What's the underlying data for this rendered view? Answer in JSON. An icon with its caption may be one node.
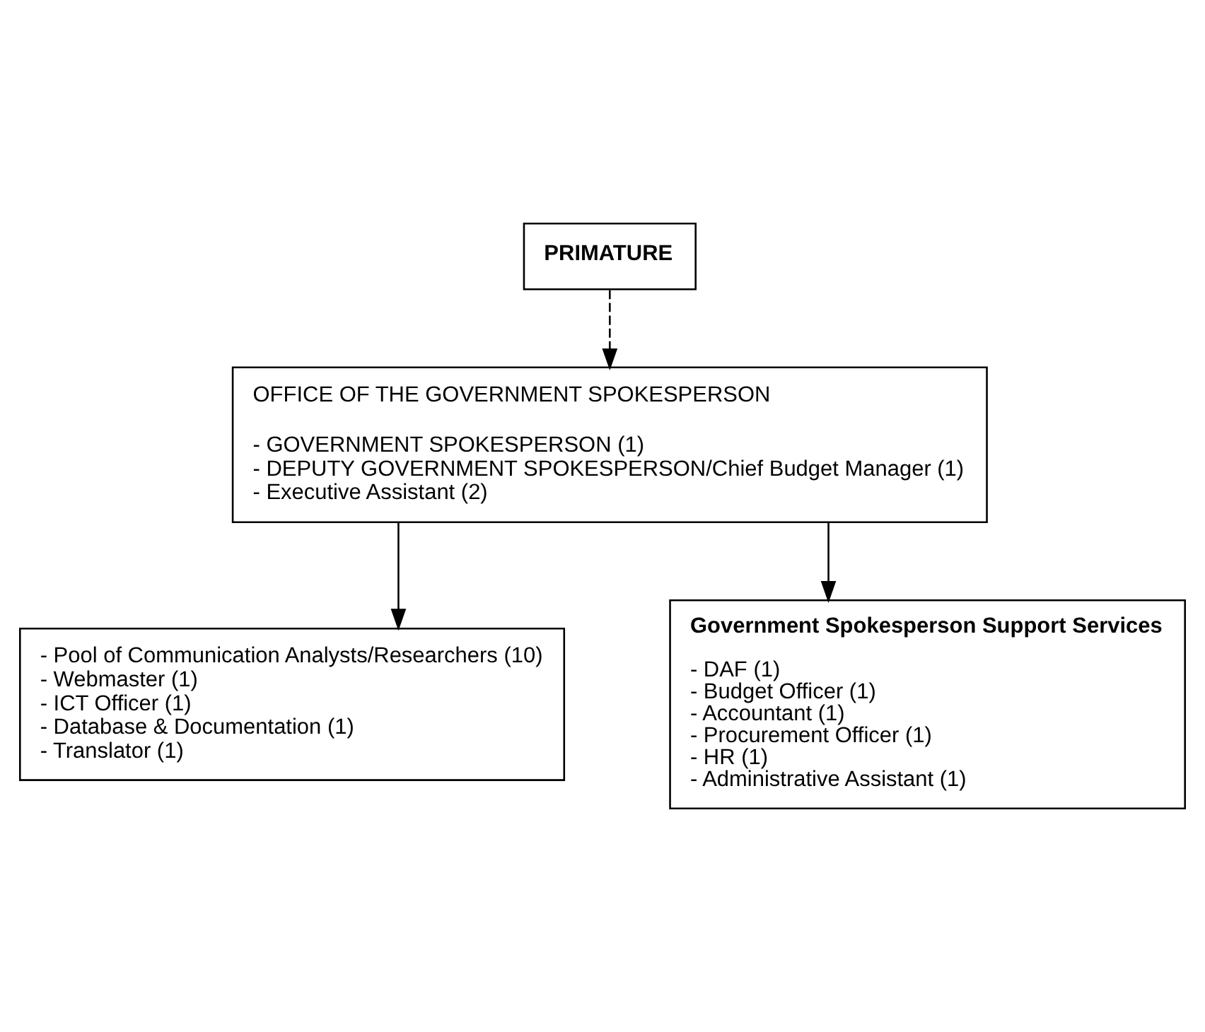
{
  "diagram": {
    "nodes": [
      {
        "text": [
          "PRIMATURE"
        ]
      },
      {
        "text": [
          "OFFICE OF THE GOVERNMENT SPOKESPERSON",
          "- GOVERNMENT SPOKESPERSON (1)",
          "- DEPUTY GOVERNMENT SPOKESPERSON/Chief Budget Manager (1)",
          "- Executive Assistant (2)"
        ]
      },
      {
        "text": [
          "- Pool of Communication Analysts/Researchers (10)",
          "- Webmaster (1)",
          "- ICT Officer (1)",
          "- Database & Documentation (1)",
          "- Translator (1)"
        ]
      },
      {
        "text": [
          "Government Spokesperson Support Services",
          "- DAF (1)",
          "- Budget Officer (1)",
          "- Accountant (1)",
          "- Procurement Officer (1)",
          "- HR (1)",
          "- Administrative Assistant (1)"
        ]
      }
    ],
    "edges": [
      {
        "from": 0,
        "to": 1,
        "arrow": "to",
        "style": "dashed"
      },
      {
        "from": 1,
        "to": 2,
        "arrow": "to"
      },
      {
        "from": 1,
        "to": 3,
        "arrow": "to"
      }
    ]
  }
}
